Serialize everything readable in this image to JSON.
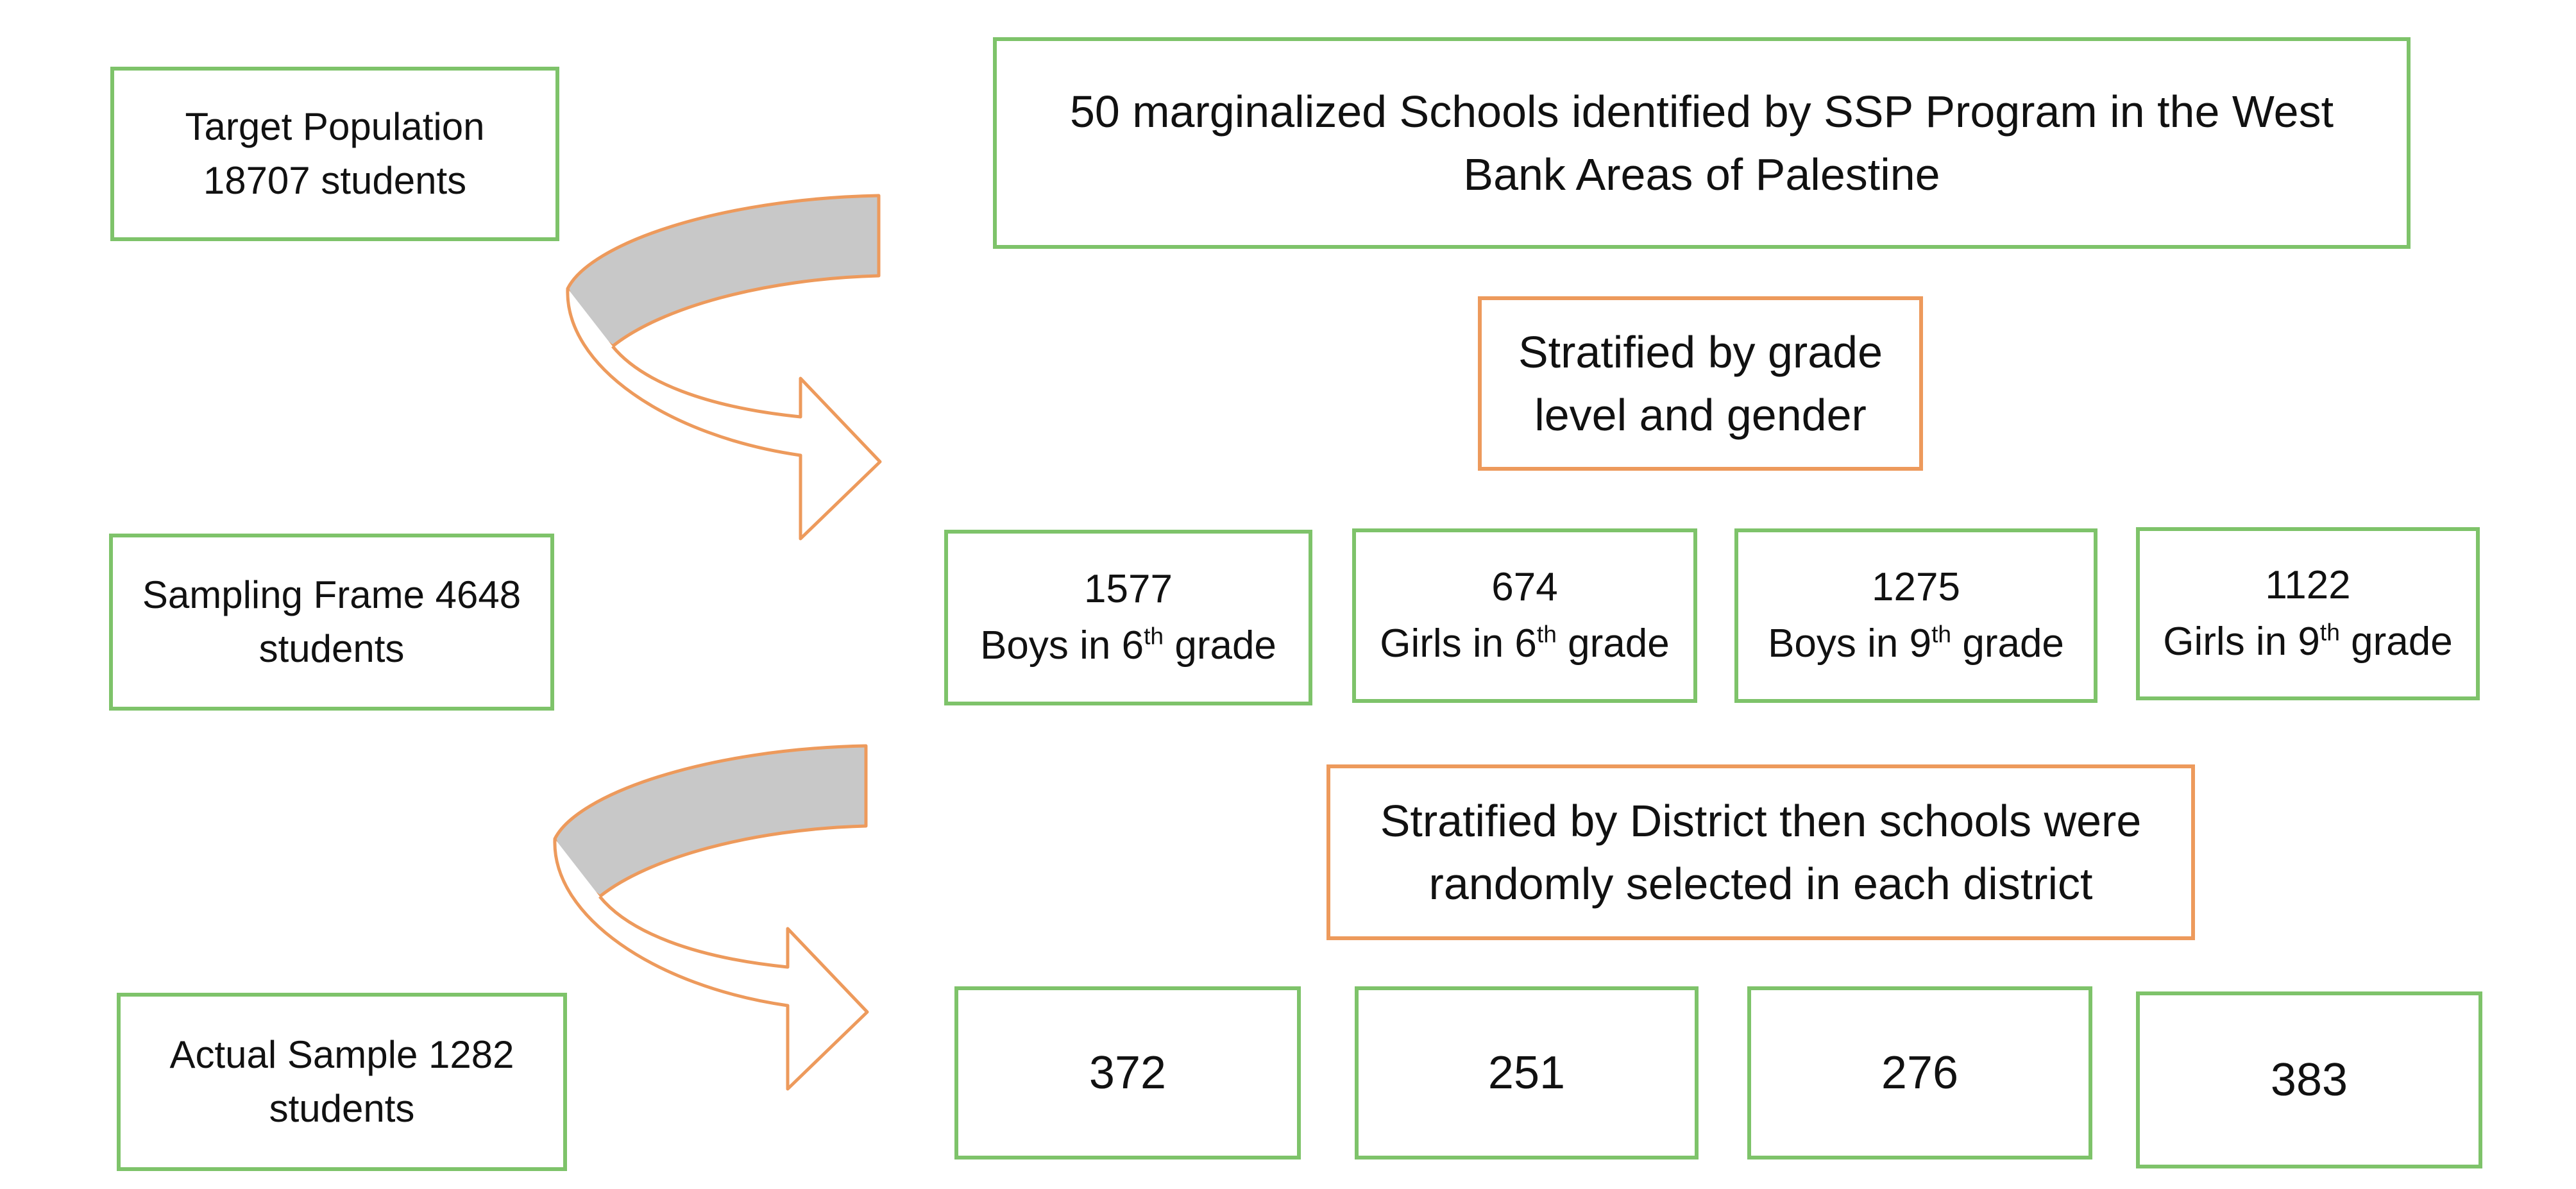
{
  "colors": {
    "green_border": "#7ec36a",
    "orange_border": "#ed9a5c",
    "arrow_fill": "#c8c8c8"
  },
  "left_labels": {
    "target_population": {
      "line1": "Target Population",
      "line2": "18707 students"
    },
    "sampling_frame": {
      "line1": "Sampling Frame 4648",
      "line2": "students"
    },
    "actual_sample": {
      "line1": "Actual Sample 1282",
      "line2": "students"
    }
  },
  "top_box": {
    "line1": "50 marginalized Schools identified by SSP Program in the West",
    "line2": "Bank Areas of Palestine"
  },
  "strat_grade": {
    "line1": "Stratified by grade",
    "line2": "level and gender"
  },
  "strata": [
    {
      "count": "1577",
      "pre": "Boys in 6",
      "sup": "th",
      "post": " grade"
    },
    {
      "count": "674",
      "pre": "Girls in 6",
      "sup": "th",
      "post": " grade"
    },
    {
      "count": "1275",
      "pre": "Boys in 9",
      "sup": "th",
      "post": " grade"
    },
    {
      "count": "1122",
      "pre": "Girls in 9",
      "sup": "th",
      "post": " grade"
    }
  ],
  "strat_district": {
    "line1": "Stratified by District then schools were",
    "line2": "randomly selected in each district"
  },
  "samples": [
    "372",
    "251",
    "276",
    "383"
  ],
  "icons": [
    "curved-arrow-icon",
    "curved-arrow-icon"
  ]
}
